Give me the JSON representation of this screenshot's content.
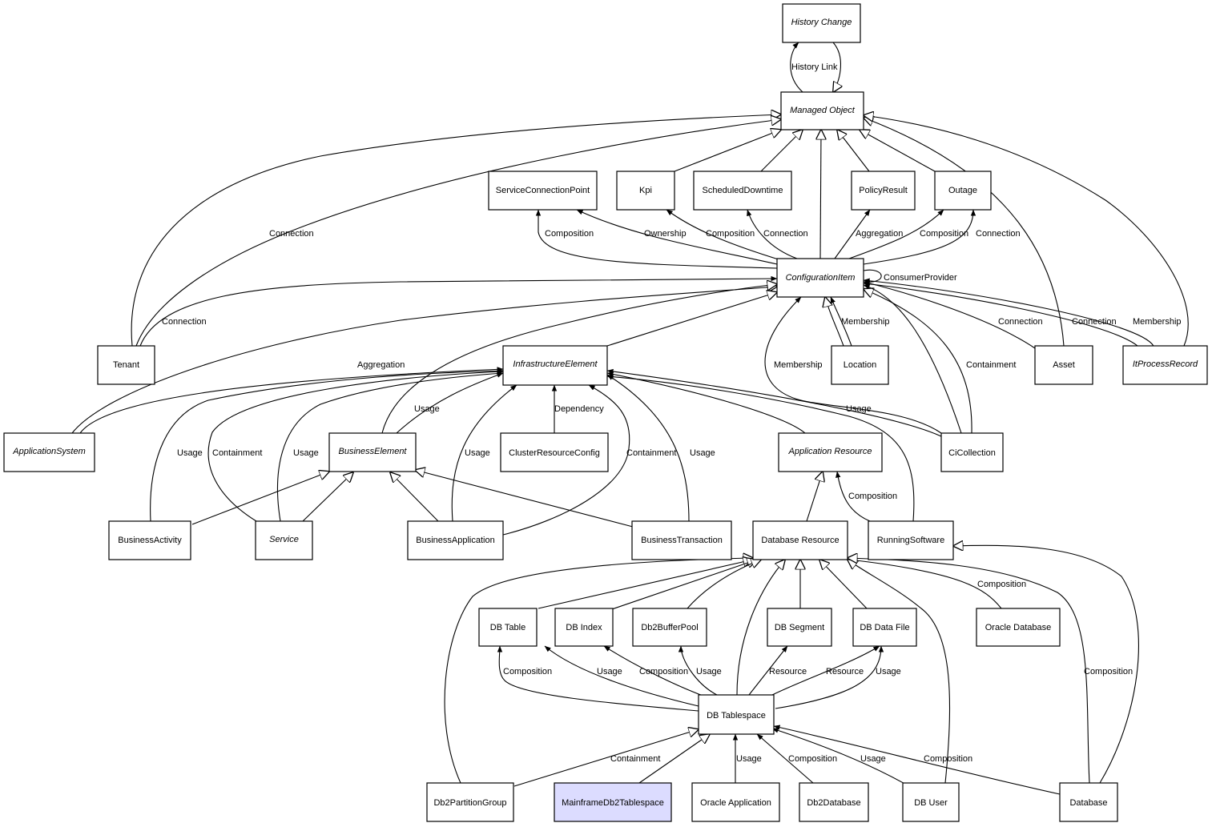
{
  "nodes": {
    "history_change": "History Change",
    "managed_object": "Managed Object",
    "service_connection_point": "ServiceConnectionPoint",
    "kpi": "Kpi",
    "scheduled_downtime": "ScheduledDowntime",
    "policy_result": "PolicyResult",
    "outage": "Outage",
    "configuration_item": "ConfigurationItem",
    "tenant": "Tenant",
    "infrastructure_element": "InfrastructureElement",
    "location": "Location",
    "asset": "Asset",
    "it_process_record": "ItProcessRecord",
    "application_system": "ApplicationSystem",
    "business_element": "BusinessElement",
    "cluster_resource_config": "ClusterResourceConfig",
    "application_resource": "Application Resource",
    "ci_collection": "CiCollection",
    "business_activity": "BusinessActivity",
    "service": "Service",
    "business_application": "BusinessApplication",
    "business_transaction": "BusinessTransaction",
    "database_resource": "Database Resource",
    "running_software": "RunningSoftware",
    "db_table": "DB Table",
    "db_index": "DB Index",
    "db2_buffer_pool": "Db2BufferPool",
    "db_segment": "DB Segment",
    "db_data_file": "DB Data File",
    "oracle_database": "Oracle Database",
    "db_tablespace": "DB Tablespace",
    "db2_partition_group": "Db2PartitionGroup",
    "mainframe_db2_tablespace": "MainframeDb2Tablespace",
    "oracle_application": "Oracle Application",
    "db2_database": "Db2Database",
    "db_user": "DB User",
    "database": "Database"
  },
  "edge_labels": {
    "history_link": "History Link",
    "tenant_mo_connection": "Connection",
    "scp_composition": "Composition",
    "kpi_ownership": "Ownership",
    "sd_composition": "Composition",
    "sd_connection": "Connection",
    "pr_aggregation": "Aggregation",
    "outage_composition": "Composition",
    "outage_connection": "Connection",
    "consumer_provider": "ConsumerProvider",
    "tenant_ci_connection": "Connection",
    "location_membership": "Membership",
    "asset_connection": "Connection",
    "itpr_connection": "Connection",
    "itpr_membership": "Membership",
    "as_aggregation": "Aggregation",
    "cic_membership": "Membership",
    "cic_containment": "Containment",
    "be_usage": "Usage",
    "crc_dependency": "Dependency",
    "cic_usage": "Usage",
    "ba_usage": "Usage",
    "svc_containment": "Containment",
    "svc_usage": "Usage",
    "bapp_usage": "Usage",
    "bapp_containment": "Containment",
    "bt_usage": "Usage",
    "rs_composition": "Composition",
    "oradb_composition": "Composition",
    "tbl_composition": "Composition",
    "tbl_usage": "Usage",
    "idx_composition": "Composition",
    "bp_usage": "Usage",
    "seg_resource": "Resource",
    "df_resource": "Resource",
    "df_usage": "Usage",
    "db_composition": "Composition",
    "pg_containment": "Containment",
    "oa_usage": "Usage",
    "db2db_composition": "Composition",
    "user_usage": "Usage",
    "database_composition": "Composition"
  }
}
